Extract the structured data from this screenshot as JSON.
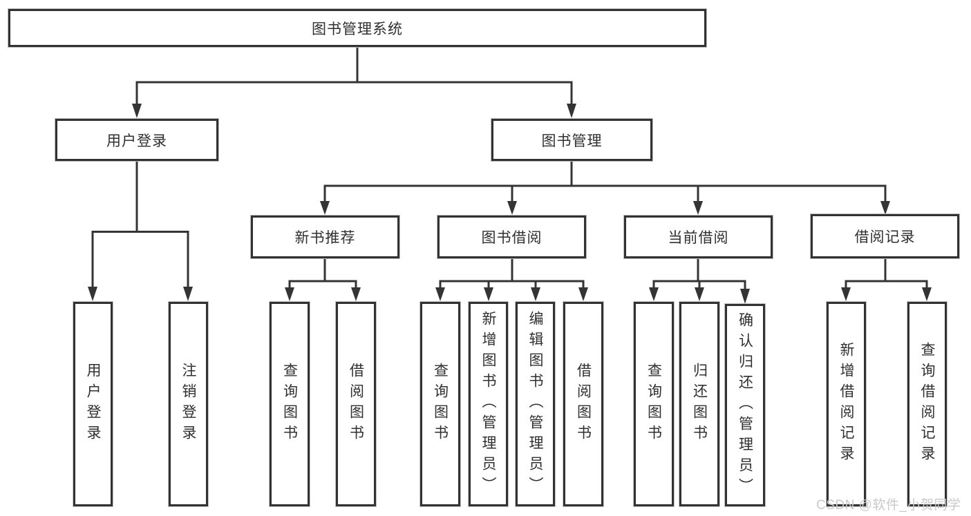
{
  "tree": {
    "label": "图书管理系统",
    "children": [
      {
        "label": "用户登录",
        "children": [
          {
            "label": "用户登录"
          },
          {
            "label": "注销登录"
          }
        ]
      },
      {
        "label": "图书管理",
        "children": [
          {
            "label": "新书推荐",
            "children": [
              {
                "label": "查询图书"
              },
              {
                "label": "借阅图书"
              }
            ]
          },
          {
            "label": "图书借阅",
            "children": [
              {
                "label": "查询图书"
              },
              {
                "label": "新增图书（管理员）"
              },
              {
                "label": "编辑图书（管理员）"
              },
              {
                "label": "借阅图书"
              }
            ]
          },
          {
            "label": "当前借阅",
            "children": [
              {
                "label": "查询图书"
              },
              {
                "label": "归还图书"
              },
              {
                "label": "确认归还（管理员）"
              }
            ]
          },
          {
            "label": "借阅记录",
            "children": [
              {
                "label": "新增借阅记录"
              },
              {
                "label": "查询借阅记录"
              }
            ]
          }
        ]
      }
    ]
  },
  "watermark": {
    "text": "CSDN @软件_小贺同学"
  },
  "colors": {
    "background": "#ffffff",
    "box_fill": "#ffffff",
    "box_border": "#323232",
    "line": "#343434",
    "text": "#2f2f2f",
    "watermark": "#c9c9c9"
  }
}
